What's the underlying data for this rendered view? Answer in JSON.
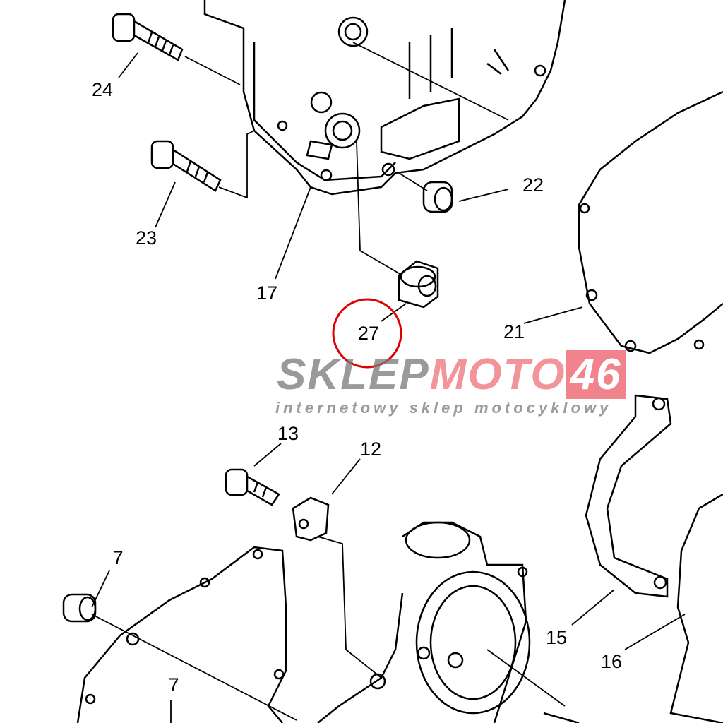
{
  "diagram": {
    "part_labels": [
      {
        "id": "24",
        "text": "24"
      },
      {
        "id": "23",
        "text": "23"
      },
      {
        "id": "17",
        "text": "17"
      },
      {
        "id": "22",
        "text": "22"
      },
      {
        "id": "27",
        "text": "27"
      },
      {
        "id": "21",
        "text": "21"
      },
      {
        "id": "13",
        "text": "13"
      },
      {
        "id": "12",
        "text": "12"
      },
      {
        "id": "7a",
        "text": "7"
      },
      {
        "id": "15",
        "text": "15"
      },
      {
        "id": "16",
        "text": "16"
      },
      {
        "id": "7b",
        "text": "7"
      }
    ],
    "highlighted_part": "27",
    "highlight_color": "#e00000"
  },
  "watermark": {
    "brand_part1": "SKLEP",
    "brand_part2": "MOTO",
    "brand_part3": "46",
    "tagline": "internetowy sklep motocyklowy"
  }
}
